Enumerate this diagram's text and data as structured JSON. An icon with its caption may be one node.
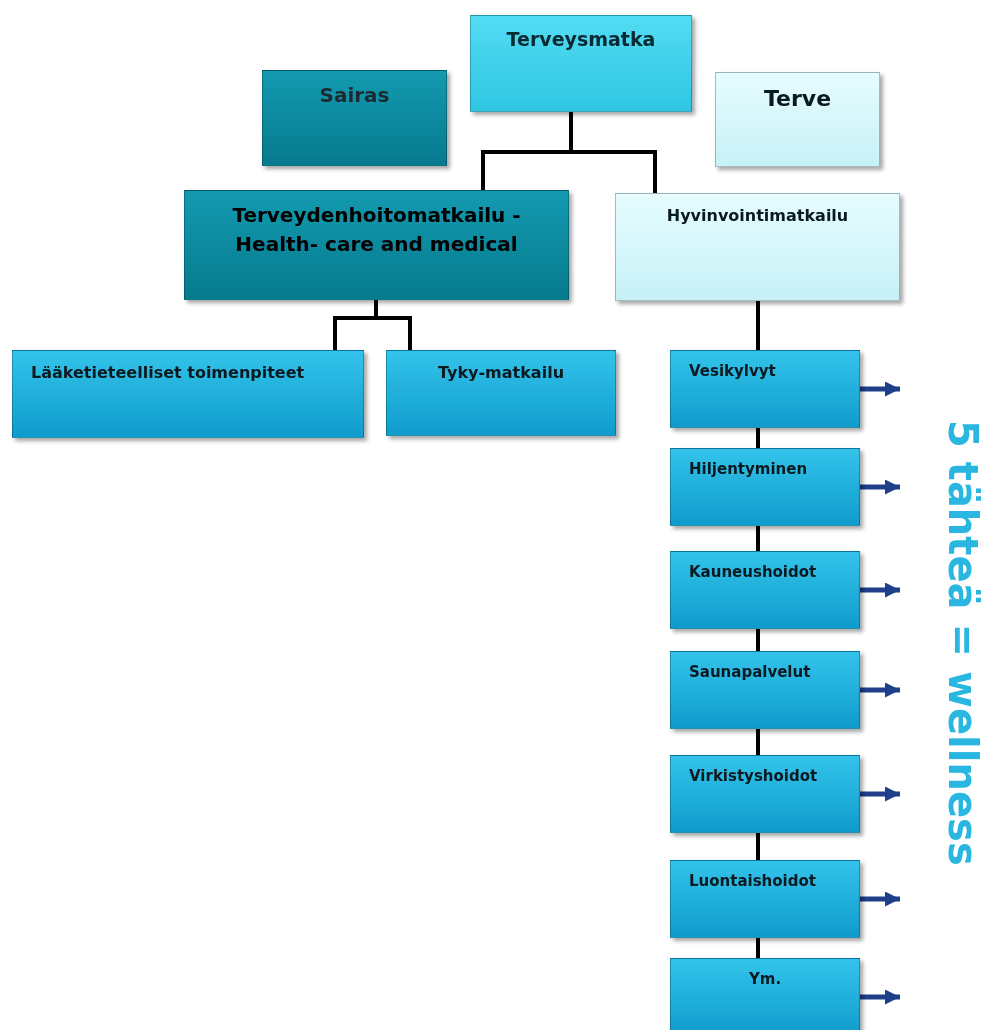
{
  "diagram": {
    "nodes": [
      {
        "text": [
          "Terveysmatka"
        ]
      },
      {
        "text": [
          "Sairas"
        ]
      },
      {
        "text": [
          "Terve"
        ]
      },
      {
        "text": [
          "Terveydenhoitomatkailu - Health- care and medical"
        ]
      },
      {
        "text": [
          "Hyvinvointimatkailu"
        ]
      },
      {
        "text": [
          "Lääketieteelliset toimenpiteet"
        ]
      },
      {
        "text": [
          "Tyky-matkailu"
        ]
      },
      {
        "text": [
          "Vesikylvyt"
        ]
      },
      {
        "text": [
          "Hiljentyminen"
        ]
      },
      {
        "text": [
          "Kauneushoidot"
        ]
      },
      {
        "text": [
          "Saunapalvelut"
        ]
      },
      {
        "text": [
          "Virkistyshoidot"
        ]
      },
      {
        "text": [
          "Luontaishoidot"
        ]
      },
      {
        "text": [
          "Ym."
        ]
      }
    ],
    "edges": [
      {
        "from": 0,
        "to": 3,
        "arrow": "none"
      },
      {
        "from": 0,
        "to": 4,
        "arrow": "none"
      },
      {
        "from": 3,
        "to": 5,
        "arrow": "none"
      },
      {
        "from": 3,
        "to": 6,
        "arrow": "none"
      },
      {
        "from": 4,
        "to": 7,
        "arrow": "none"
      },
      {
        "from": 7,
        "to": 8,
        "arrow": "none"
      },
      {
        "from": 8,
        "to": 9,
        "arrow": "none"
      },
      {
        "from": 9,
        "to": 10,
        "arrow": "none"
      },
      {
        "from": 10,
        "to": 11,
        "arrow": "none"
      },
      {
        "from": 11,
        "to": 12,
        "arrow": "none"
      },
      {
        "from": 12,
        "to": 13,
        "arrow": "none"
      },
      {
        "from": 7,
        "to": null,
        "arrow": "to",
        "color": "#1f3f8a"
      },
      {
        "from": 8,
        "to": null,
        "arrow": "to",
        "color": "#1f3f8a"
      },
      {
        "from": 9,
        "to": null,
        "arrow": "to",
        "color": "#1f3f8a"
      },
      {
        "from": 10,
        "to": null,
        "arrow": "to",
        "color": "#1f3f8a"
      },
      {
        "from": 11,
        "to": null,
        "arrow": "to",
        "color": "#1f3f8a"
      },
      {
        "from": 12,
        "to": null,
        "arrow": "to",
        "color": "#1f3f8a"
      },
      {
        "from": 13,
        "to": null,
        "arrow": "to",
        "color": "#1f3f8a"
      }
    ],
    "labels": [
      "5 tähteä = wellness"
    ]
  }
}
